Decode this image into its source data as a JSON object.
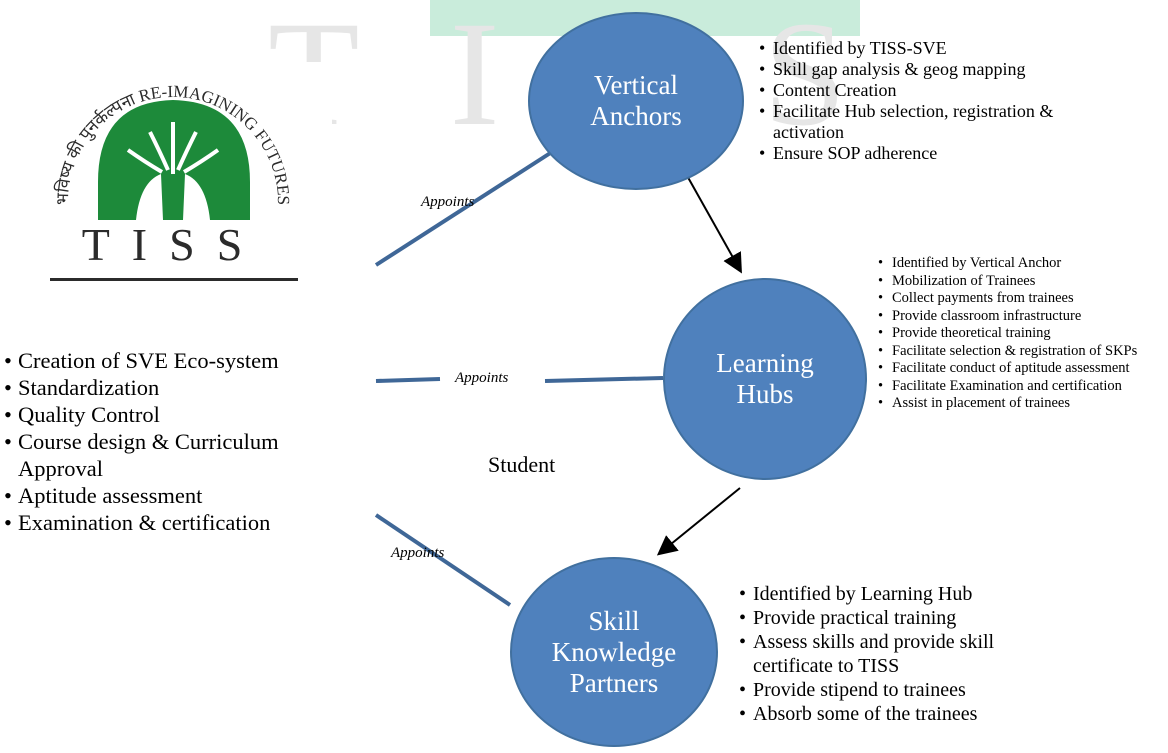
{
  "watermark": {
    "text": "TISS"
  },
  "logo": {
    "arc_text_hindi": "भविष्य की पुनर्कल्पना",
    "arc_text_english": "RE-IMAGINING FUTURES",
    "name": "TISS",
    "colors": {
      "green": "#1d8a3a",
      "text": "#2b2b2b"
    }
  },
  "tiss_roles": [
    "Creation of SVE Eco-system",
    "Standardization",
    "Quality Control",
    "Course design  & Curriculum Approval",
    "Aptitude assessment",
    "Examination & certification"
  ],
  "nodes": {
    "vertical_anchors": {
      "label": "Vertical\nAnchors",
      "items": [
        "Identified by TISS-SVE",
        "Skill gap analysis & geog  mapping",
        "Content Creation",
        "Facilitate Hub selection, registration & activation",
        "Ensure SOP adherence"
      ]
    },
    "learning_hubs": {
      "label": "Learning\nHubs",
      "items": [
        "Identified by Vertical Anchor",
        "Mobilization of Trainees",
        "Collect payments from trainees",
        "Provide classroom infrastructure",
        "Provide theoretical training",
        "Facilitate selection & registration of SKPs",
        "Facilitate conduct of aptitude assessment",
        "Facilitate Examination and certification",
        "Assist in placement of trainees"
      ]
    },
    "skill_knowledge_partners": {
      "label": "Skill\nKnowledge\nPartners",
      "items": [
        "Identified by Learning Hub",
        "Provide practical training",
        "Assess skills and provide skill certificate to TISS",
        "Provide stipend to trainees",
        "Absorb some of the trainees"
      ]
    }
  },
  "connectors": {
    "appoints_1": "Appoints",
    "appoints_2": "Appoints",
    "appoints_3": "Appoints"
  },
  "center_label": "Student",
  "colors": {
    "circle_fill": "#4f81bd",
    "circle_border": "#41709f",
    "line": "#3f6797",
    "watermark_green": "#c9ecdb",
    "watermark_gray": "#e6e6e6"
  }
}
